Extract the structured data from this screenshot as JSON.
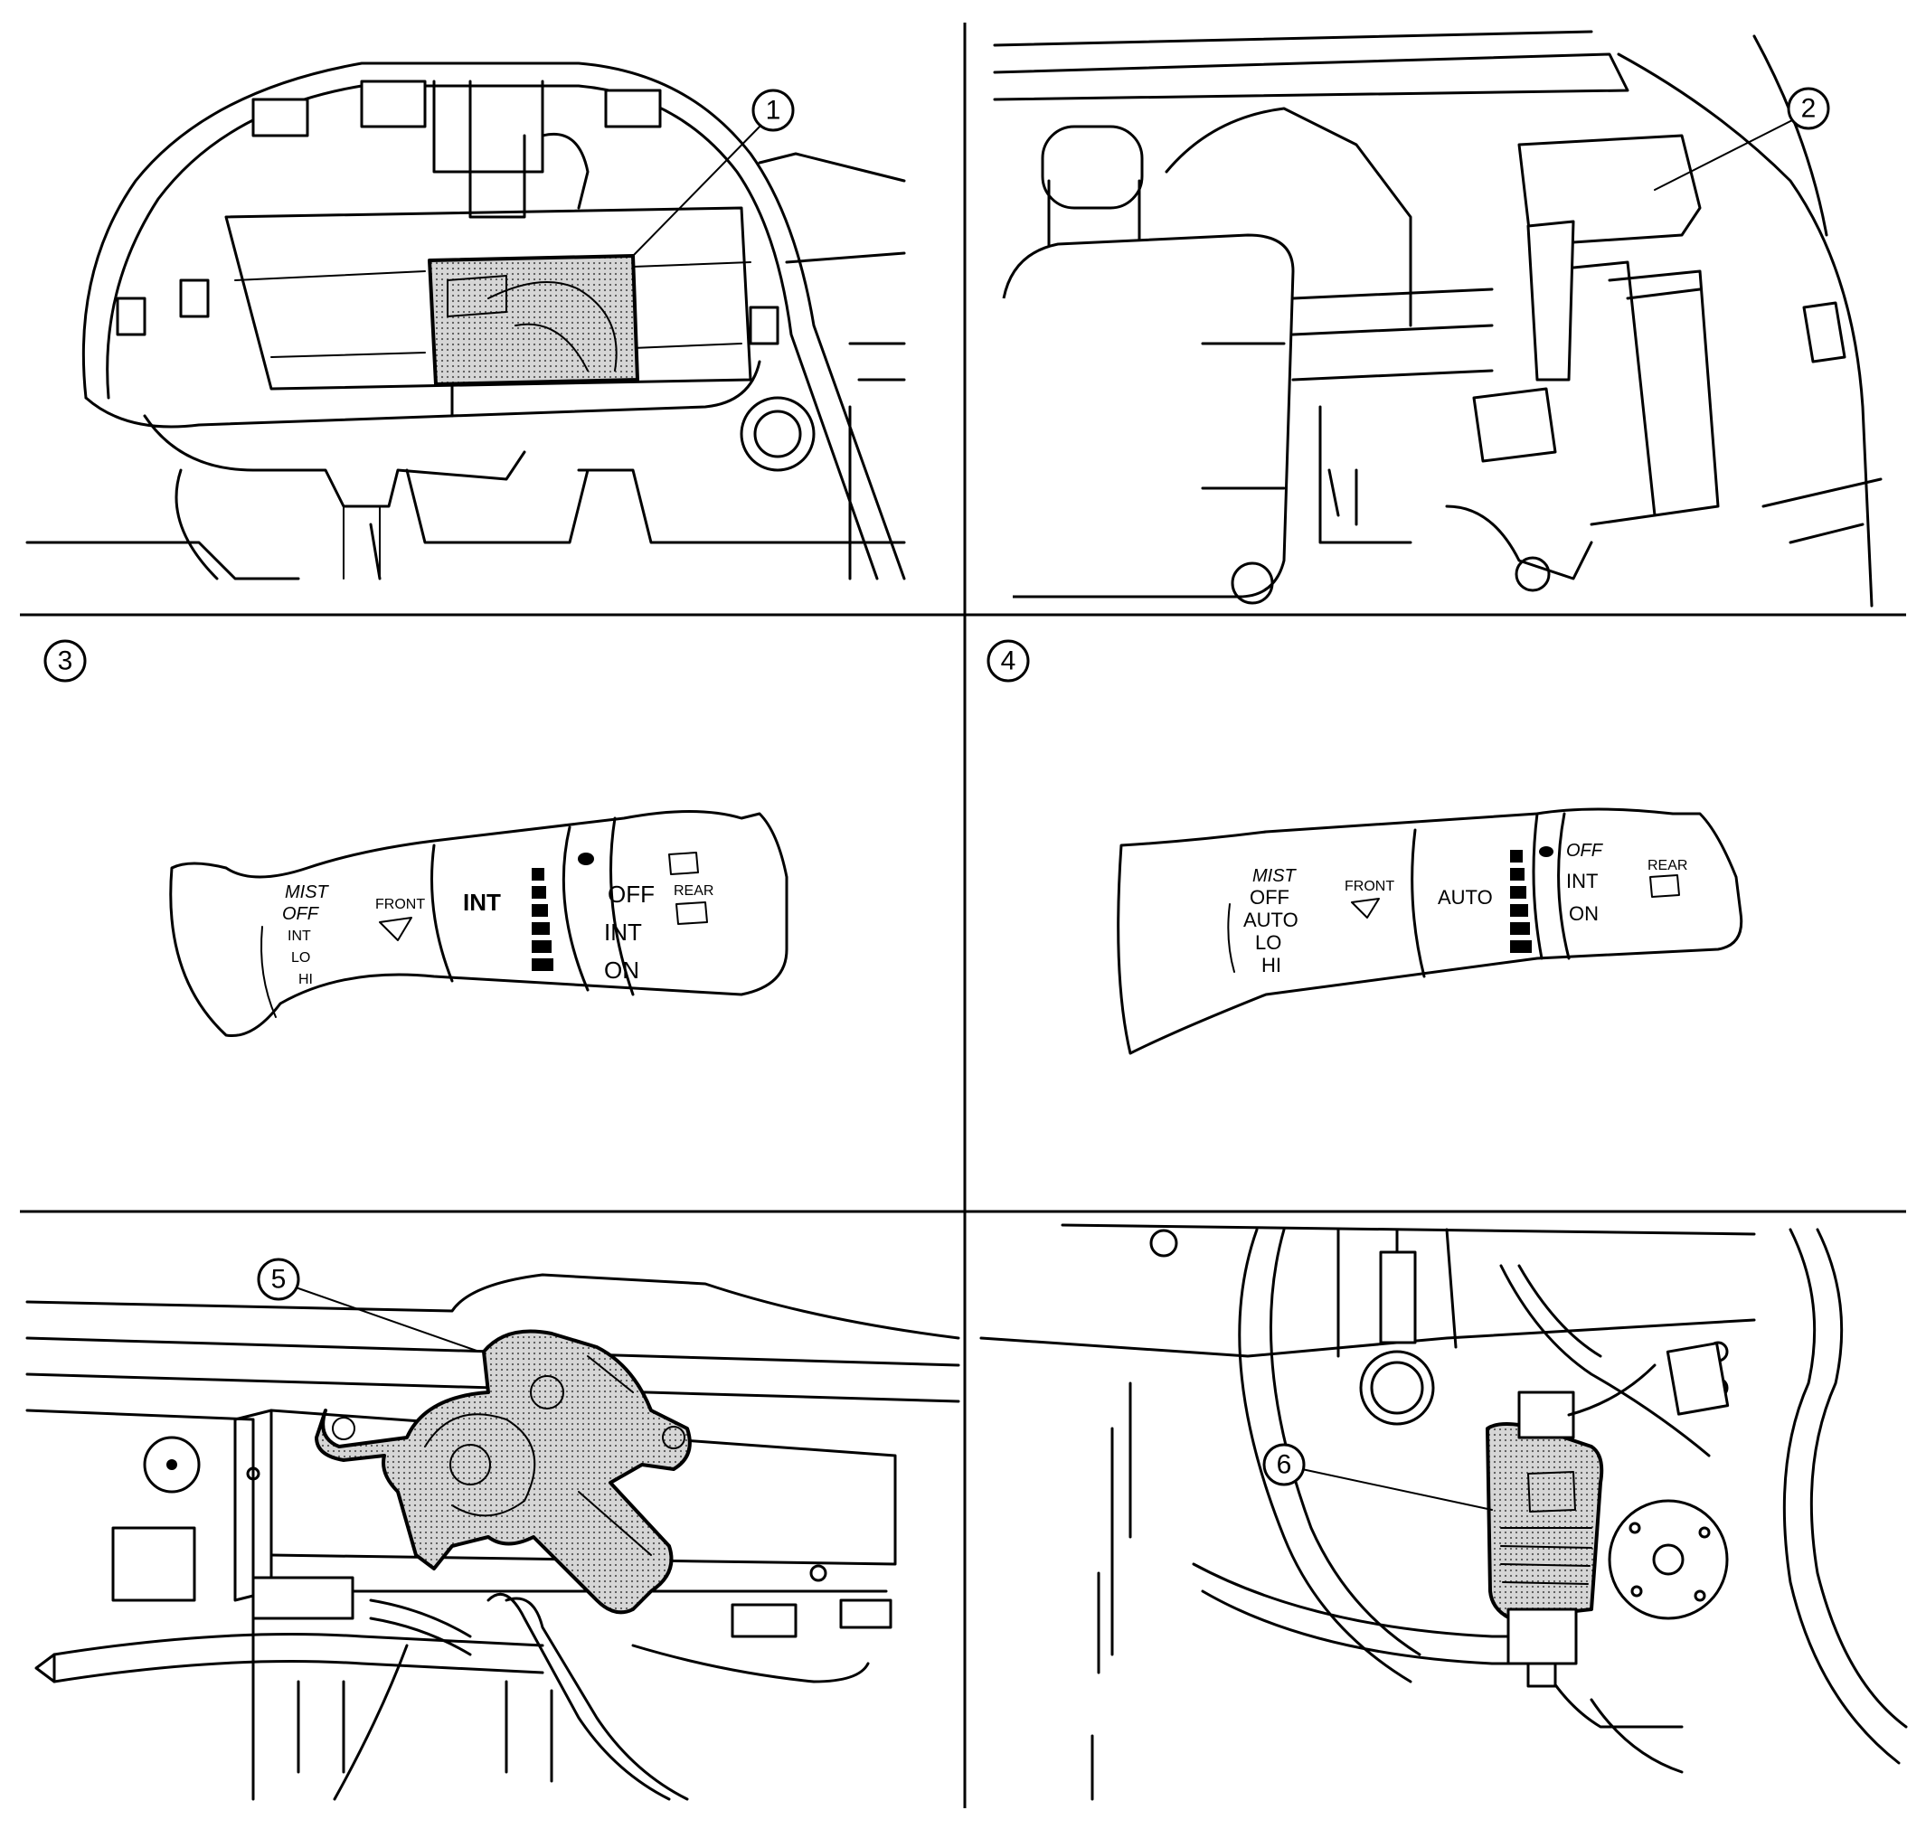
{
  "callouts": [
    "1",
    "2",
    "3",
    "4",
    "5",
    "6"
  ],
  "switch_a": {
    "left_labels": [
      "MIST",
      "OFF",
      "INT",
      "LO",
      "HI"
    ],
    "front_label": "FRONT",
    "middle_label": "INT",
    "right_labels": [
      "OFF",
      "INT",
      "ON"
    ],
    "rear_label": "REAR"
  },
  "switch_b": {
    "left_labels": [
      "MIST",
      "OFF",
      "AUTO",
      "LO",
      "HI"
    ],
    "front_label": "FRONT",
    "middle_label": "AUTO",
    "right_labels": [
      "OFF",
      "INT",
      "ON"
    ],
    "rear_label": "REAR"
  }
}
